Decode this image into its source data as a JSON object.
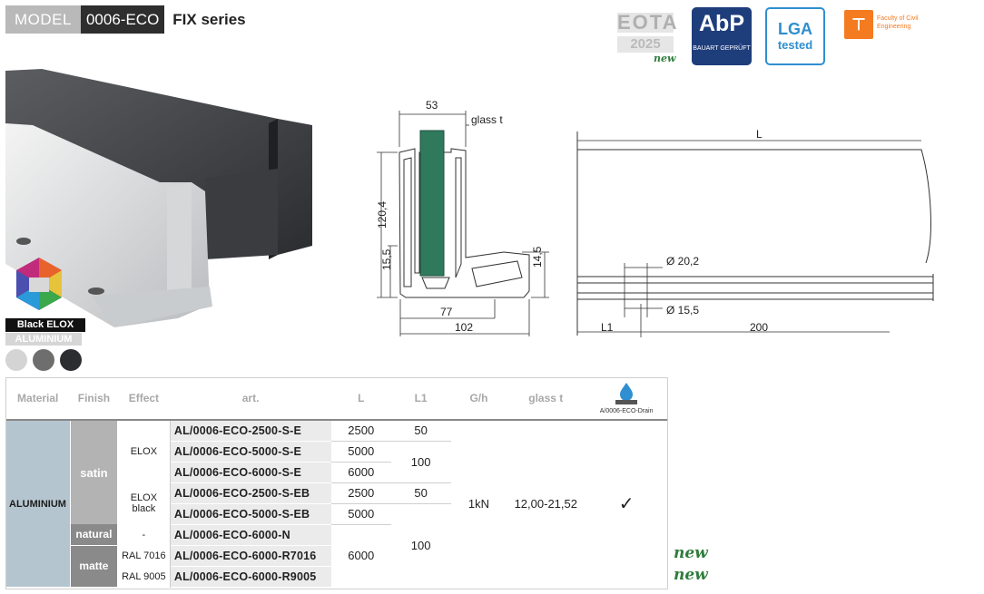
{
  "header": {
    "model_label": "MODEL",
    "model_code": "0006-ECO",
    "series": "FIX series"
  },
  "certifications": {
    "eota_line1": "EOTA",
    "eota_line2": "2025",
    "eota_badge": "new",
    "abp_title": "AbP",
    "abp_sub": "BAUART GEPRÜFT",
    "lga_line1": "LGA",
    "lga_line2": "tested",
    "faculty_text": "Faculty of Civil Engineering"
  },
  "product": {
    "finish_tag": "Black ELOX",
    "material_tag": "ALUMINIUM",
    "swatch_colors": [
      "#d4d4d4",
      "#6e6e6e",
      "#2b2d30"
    ]
  },
  "drawing_profile": {
    "width_top": "53",
    "glass": "glass t",
    "height_total": "120,4",
    "height_inner": "15,5",
    "height_base": "14,5",
    "base_inner": "77",
    "base_total": "102"
  },
  "drawing_length": {
    "length": "L",
    "hole_large": "Ø 20,2",
    "hole_small": "Ø 15,5",
    "offset": "L1",
    "spacing": "200"
  },
  "table": {
    "headers": [
      "Material",
      "Finish",
      "Effect",
      "art.",
      "L",
      "L1",
      "G/h",
      "glass t"
    ],
    "drain_label": "A/0006-ECO-Drain",
    "material": "ALUMINIUM",
    "finish_satin": "satin",
    "finish_natural": "natural",
    "finish_matte": "matte",
    "effect_elox": "ELOX",
    "effect_elox_black": "ELOX black",
    "effect_dash": "-",
    "effect_ral7016": "RAL 7016",
    "effect_ral9005": "RAL 9005",
    "rows": [
      {
        "art": "AL/0006-ECO-2500-S-E",
        "L": "2500"
      },
      {
        "art": "AL/0006-ECO-5000-S-E",
        "L": "5000"
      },
      {
        "art": "AL/0006-ECO-6000-S-E",
        "L": "6000"
      },
      {
        "art": "AL/0006-ECO-2500-S-EB",
        "L": "2500"
      },
      {
        "art": "AL/0006-ECO-5000-S-EB",
        "L": "5000"
      },
      {
        "art": "AL/0006-ECO-6000-N",
        "L": ""
      },
      {
        "art": "AL/0006-ECO-6000-R7016",
        "L": "6000"
      },
      {
        "art": "AL/0006-ECO-6000-R9005",
        "L": ""
      }
    ],
    "l1_a": "50",
    "l1_b": "100",
    "l1_c": "50",
    "l1_d": "100",
    "load": "1kN",
    "glass_range": "12,00-21,52",
    "drain_check": "✓",
    "new_badge_1": "new",
    "new_badge_2": "new"
  }
}
